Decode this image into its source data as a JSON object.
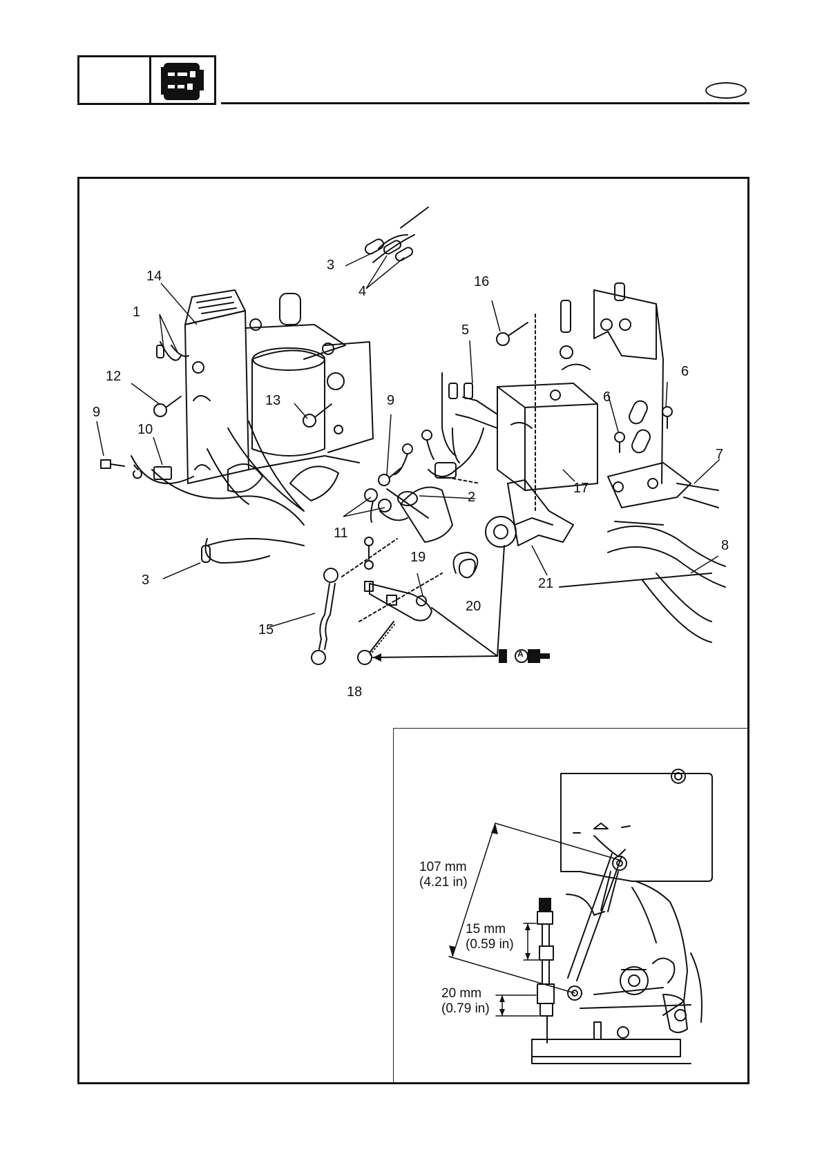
{
  "header": {
    "section_icon": "electrical-components-icon",
    "language_badge": ""
  },
  "callouts": {
    "c1": "1",
    "c2": "2",
    "c3a": "3",
    "c3b": "3",
    "c4": "4",
    "c5": "5",
    "c6a": "6",
    "c6b": "6",
    "c7": "7",
    "c8": "8",
    "c9a": "9",
    "c9b": "9",
    "c10": "10",
    "c11": "11",
    "c12": "12",
    "c13": "13",
    "c14": "14",
    "c15": "15",
    "c16": "16",
    "c17": "17",
    "c18": "18",
    "c19": "19",
    "c20": "20",
    "c21": "21"
  },
  "lubricant_symbol": {
    "letter": "A",
    "icon": "grease-applicator-icon"
  },
  "inset": {
    "link_length_mm": "107 mm",
    "link_length_in": "(4.21 in)",
    "upper_gap_mm": "15 mm",
    "upper_gap_in": "(0.59 in)",
    "lower_gap_mm": "20 mm",
    "lower_gap_in": "(0.79 in)"
  }
}
